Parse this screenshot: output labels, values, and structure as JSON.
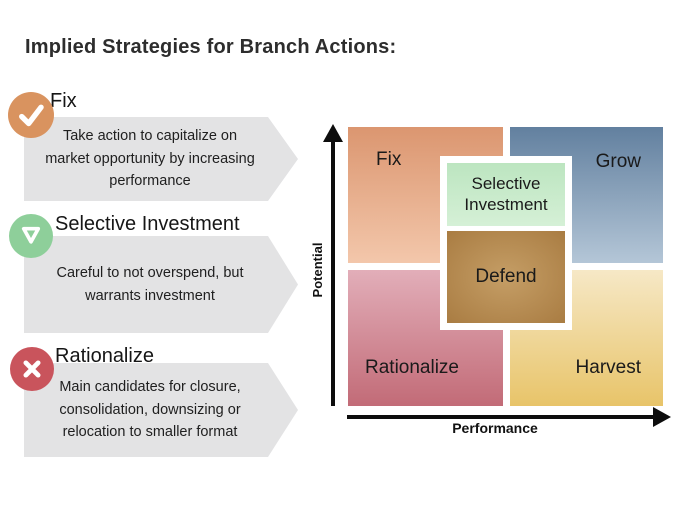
{
  "title": "Implied Strategies for Branch Actions:",
  "legend": [
    {
      "heading": "Fix",
      "icon": "check-icon",
      "icon_color": "#d9935f",
      "description": "Take action to capitalize on market opportunity by increasing performance"
    },
    {
      "heading": "Selective Investment",
      "icon": "triangle-down-icon",
      "icon_color": "#8ecf9a",
      "description": "Careful to not overspend, but warrants investment"
    },
    {
      "heading": "Rationalize",
      "icon": "x-icon",
      "icon_color": "#c9545c",
      "description": "Main candidates for closure, consolidation, downsizing or relocation to smaller format"
    }
  ],
  "matrix": {
    "x_axis_label": "Performance",
    "y_axis_label": "Potential",
    "quadrants": [
      {
        "label": "Fix",
        "position": "top-left",
        "color_top": "#db9670",
        "color_bottom": "#f3c7ab"
      },
      {
        "label": "Grow",
        "position": "top-right",
        "color_top": "#62809f",
        "color_bottom": "#b4c6d7"
      },
      {
        "label": "Rationalize",
        "position": "bottom-left",
        "color_top": "#e2aeb9",
        "color_bottom": "#c26b77"
      },
      {
        "label": "Harvest",
        "position": "bottom-right",
        "color_top": "#f6e8c6",
        "color_bottom": "#e8c469"
      }
    ],
    "overlays": [
      {
        "label": "Selective Investment",
        "label_line1": "Selective",
        "label_line2": "Investment",
        "color_top": "#bce5c0",
        "color_bottom": "#d5f0d6"
      },
      {
        "label": "Defend",
        "color_center": "#c59e66",
        "color_edge": "#a97c42"
      }
    ],
    "axis_color": "#0d0d0d"
  }
}
